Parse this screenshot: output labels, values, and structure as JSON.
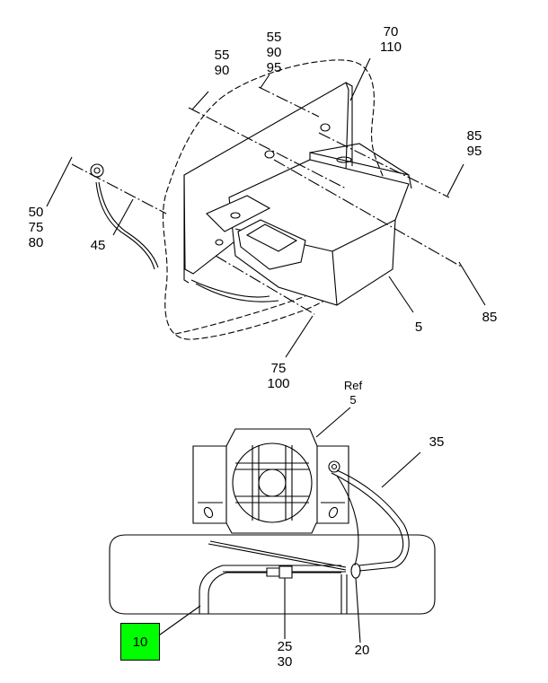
{
  "callouts": {
    "c_55_90": [
      "55",
      "90"
    ],
    "c_55_90_95": [
      "55",
      "90",
      "95"
    ],
    "c_70_110": [
      "70",
      "110"
    ],
    "c_85_95": [
      "85",
      "95"
    ],
    "c_50_75_80": [
      "50",
      "75",
      "80"
    ],
    "c_45": "45",
    "c_85": "85",
    "c_5": "5",
    "c_75_100": [
      "75",
      "100"
    ],
    "c_ref": "Ref",
    "c_ref_5": "5",
    "c_35": "35",
    "c_10": "10",
    "c_25_30": [
      "25",
      "30"
    ],
    "c_20": "20"
  },
  "highlight_color": "#00ff00"
}
